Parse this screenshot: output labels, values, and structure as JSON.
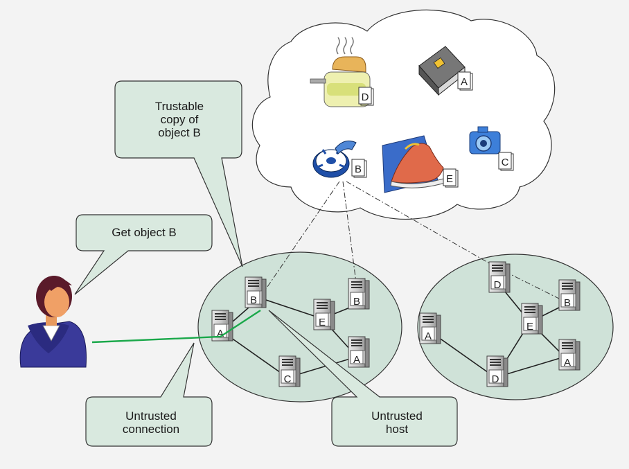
{
  "callouts": {
    "trustable_copy": [
      "Trustable",
      "copy of",
      "object B"
    ],
    "get_object": "Get object B",
    "untrusted_connection": [
      "Untrusted",
      "connection"
    ],
    "untrusted_host": [
      "Untrusted",
      "host"
    ]
  },
  "cloud_objects": {
    "toaster": "D",
    "book": "A",
    "camera": "C",
    "film_reel": "B",
    "shoe": "E"
  },
  "left_network_servers": {
    "top": "B",
    "left": "A",
    "center": "E",
    "right_top": "B",
    "right_bottom": "A",
    "bottom": "C"
  },
  "right_network_servers": {
    "top": "D",
    "left": "A",
    "center": "E",
    "right_top": "B",
    "right_bottom": "A",
    "bottom": "D"
  },
  "colors": {
    "background": "#f3f3f3",
    "callout_fill": "#d9e9df",
    "network_fill": "#cfe2d8",
    "cloud_fill": "#ffffff",
    "connection_green": "#1aa84a"
  }
}
